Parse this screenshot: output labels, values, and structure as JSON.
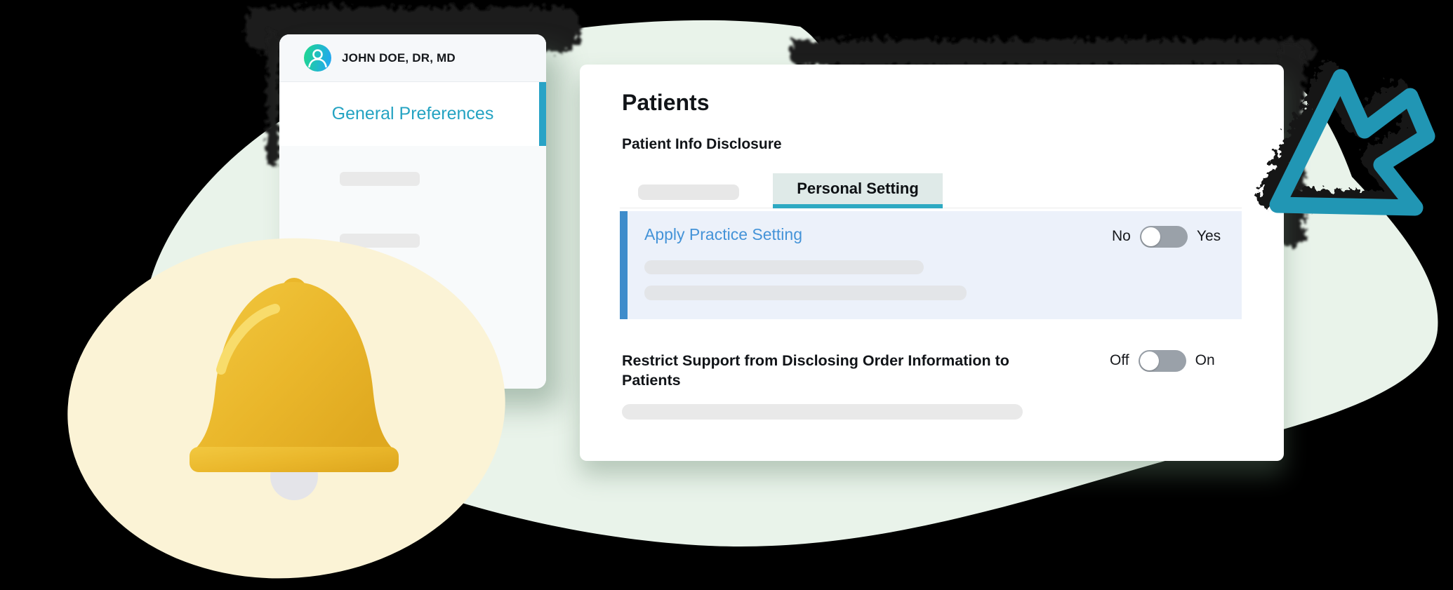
{
  "sidebar": {
    "user_name": "JOHN DOE, DR, MD",
    "items": [
      {
        "label": "General Preferences",
        "active": true
      }
    ]
  },
  "main": {
    "title": "Patients",
    "subtitle": "Patient Info Disclosure",
    "tabs": {
      "personal": "Personal Setting"
    },
    "apply": {
      "title": "Apply Practice Setting",
      "toggle_left": "No",
      "toggle_right": "Yes",
      "value": "No"
    },
    "restrict": {
      "title": "Restrict Support from Disclosing Order Information to Patients",
      "toggle_left": "Off",
      "toggle_right": "On",
      "value": "Off"
    }
  },
  "icons": {
    "avatar": "user-avatar-icon",
    "bell": "bell-icon",
    "arrow": "cursor-arrow-icon"
  },
  "colors": {
    "accent_teal": "#24a3c2",
    "sidebar_active_bar": "#29a3c6",
    "tab_underline": "#2da9c2",
    "tab_bg": "#dfeae8",
    "link_blue": "#4493d8",
    "section_bar_blue": "#3e8ccb",
    "section_bg": "#ecf1fa",
    "toggle_track": "#9aa1a9",
    "arrow_teal": "#2196b4",
    "bell_gold": "#eab72b",
    "blob_green": "#e9f3ea",
    "blob_cream": "#fbf3d6",
    "background": "#000000"
  }
}
